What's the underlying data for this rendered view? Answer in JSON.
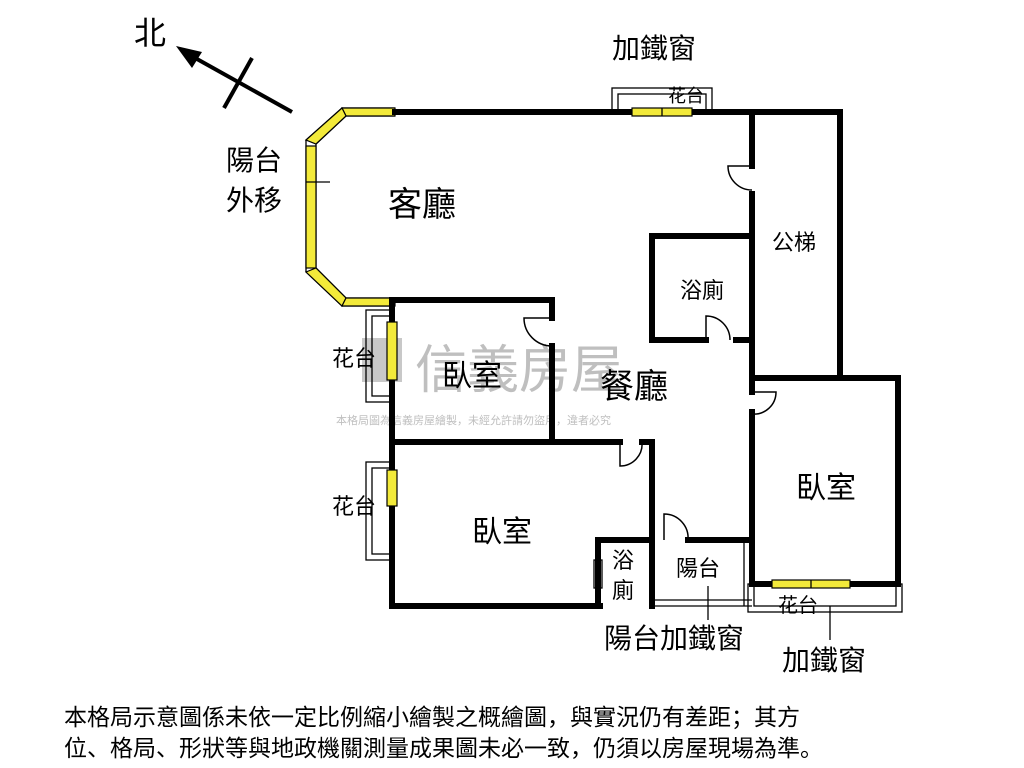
{
  "compass": {
    "label": "北"
  },
  "labels": {
    "living_room": "客廳",
    "dining_room": "餐廳",
    "bathroom_top": "浴廁",
    "stair": "公梯",
    "bedroom_small": "臥室",
    "bedroom_mid": "臥室",
    "bedroom_right": "臥室",
    "bathroom_small": "浴\n廁",
    "balcony_small": "陽台",
    "balcony_left_line1": "陽台",
    "balcony_left_line2": "外移",
    "planter_top": "花台",
    "planter_left_upper": "花台",
    "planter_left_lower": "花台",
    "planter_bottom": "花台",
    "iron_window_top": "加鐵窗",
    "balcony_iron_window": "陽台加鐵窗",
    "iron_window_bottom": "加鐵窗"
  },
  "watermark": {
    "brand": "信義房屋",
    "notice": "本格局圖為信義房屋繪製，未經允許請勿盜用，違者必究"
  },
  "disclaimer": {
    "line1": "本格局示意圖係未依一定比例縮小繪製之概繪圖，與實況仍有差距；其方",
    "line2": "位、格局、形狀等與地政機關測量成果圖未必一致，仍須以房屋現場為準。"
  },
  "colors": {
    "window": "#f3ea3a",
    "wall": "#000000",
    "watermark": "#bfbfbf"
  }
}
